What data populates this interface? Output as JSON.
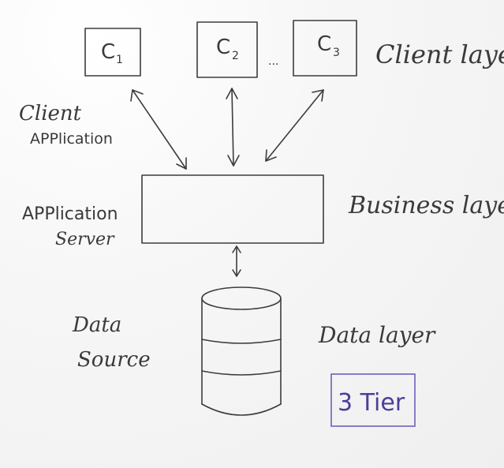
{
  "diagram": {
    "clients": [
      {
        "label": "C",
        "sub": "1"
      },
      {
        "label": "C",
        "sub": "2"
      },
      {
        "label": "C",
        "sub": "3"
      }
    ],
    "client_ellipsis": "...",
    "left_labels": {
      "client_application_line1": "Client",
      "client_application_line2": "APPlication",
      "application_server_line1": "APPlication",
      "application_server_line2": "Server",
      "data_source_line1": "Data",
      "data_source_line2": "Source"
    },
    "right_labels": {
      "client_layer": "Client layer",
      "business_layer": "Business layer",
      "data_layer": "Data layer"
    },
    "tier_badge": "3 Tier",
    "colors": {
      "ink": "#3c3c3c",
      "badge": "#6b62b8",
      "board": "#f3f3f3"
    }
  }
}
